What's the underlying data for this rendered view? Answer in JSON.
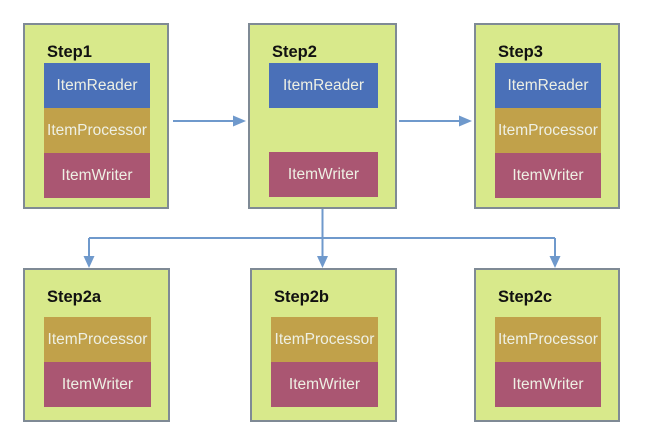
{
  "diagram": {
    "steps": [
      {
        "id": "step1",
        "label": "Step1",
        "components": [
          {
            "name": "item-reader",
            "label": "ItemReader"
          },
          {
            "name": "item-processor",
            "label": "ItemProcessor"
          },
          {
            "name": "item-writer",
            "label": "ItemWriter"
          }
        ]
      },
      {
        "id": "step2",
        "label": "Step2",
        "components": [
          {
            "name": "item-reader",
            "label": "ItemReader"
          },
          {
            "name": "item-writer",
            "label": "ItemWriter"
          }
        ]
      },
      {
        "id": "step3",
        "label": "Step3",
        "components": [
          {
            "name": "item-reader",
            "label": "ItemReader"
          },
          {
            "name": "item-processor",
            "label": "ItemProcessor"
          },
          {
            "name": "item-writer",
            "label": "ItemWriter"
          }
        ]
      },
      {
        "id": "step2a",
        "label": "Step2a",
        "components": [
          {
            "name": "item-processor",
            "label": "ItemProcessor"
          },
          {
            "name": "item-writer",
            "label": "ItemWriter"
          }
        ]
      },
      {
        "id": "step2b",
        "label": "Step2b",
        "components": [
          {
            "name": "item-processor",
            "label": "ItemProcessor"
          },
          {
            "name": "item-writer",
            "label": "ItemWriter"
          }
        ]
      },
      {
        "id": "step2c",
        "label": "Step2c",
        "components": [
          {
            "name": "item-processor",
            "label": "ItemProcessor"
          },
          {
            "name": "item-writer",
            "label": "ItemWriter"
          }
        ]
      }
    ],
    "connections": [
      {
        "from": "Step1",
        "to": "Step2"
      },
      {
        "from": "Step2",
        "to": "Step3"
      },
      {
        "from": "Step2",
        "to": "Step2a"
      },
      {
        "from": "Step2",
        "to": "Step2b"
      },
      {
        "from": "Step2",
        "to": "Step2c"
      }
    ],
    "colors": {
      "box_fill": "#d8e98b",
      "box_border": "#7f8a95",
      "item_reader": "#4a70b8",
      "item_processor": "#c1a14a",
      "item_writer": "#aa5672",
      "arrow": "#6f99cc",
      "title_text": "#111111",
      "component_text": "#eef0e4"
    }
  }
}
